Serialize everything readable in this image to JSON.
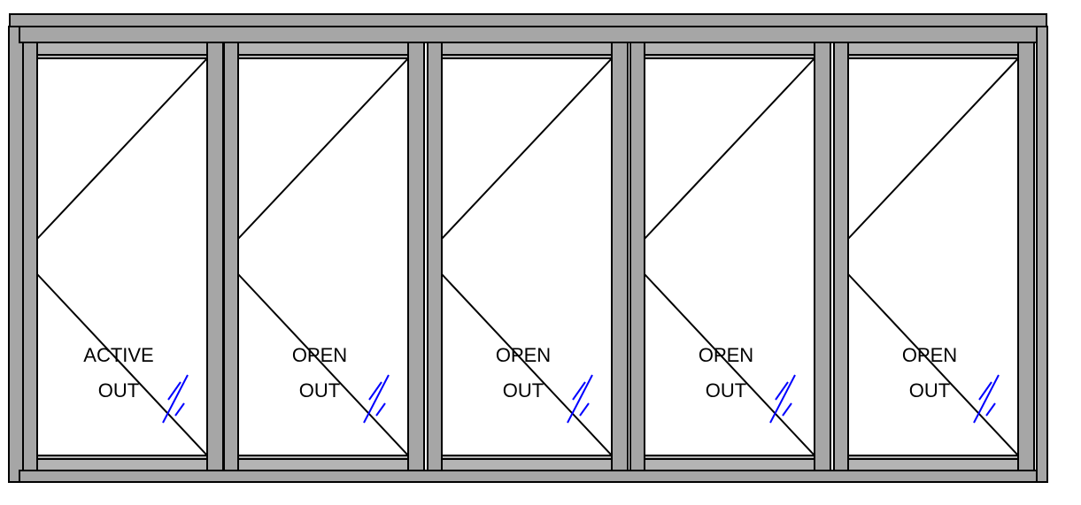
{
  "diagram": {
    "type": "bi-fold door elevation",
    "panels": [
      {
        "line1": "ACTIVE",
        "line2": "OUT"
      },
      {
        "line1": "OPEN",
        "line2": "OUT"
      },
      {
        "line1": "OPEN",
        "line2": "OUT"
      },
      {
        "line1": "OPEN",
        "line2": "OUT"
      },
      {
        "line1": "OPEN",
        "line2": "OUT"
      }
    ],
    "colors": {
      "frame": "#a6a6a6",
      "rail": "#b4b4b4",
      "glass_mark": "#0000ff"
    }
  }
}
